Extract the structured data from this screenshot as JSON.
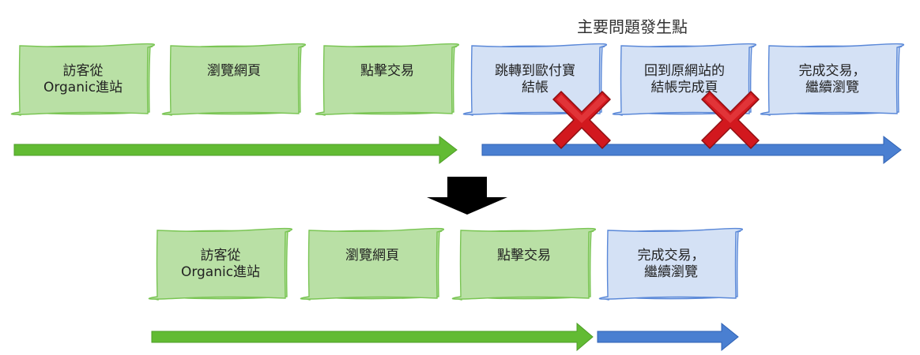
{
  "title": "主要問題發生點",
  "colors": {
    "green_fill": "#b9e0a5",
    "green_stroke": "#7ac554",
    "blue_fill": "#d4e1f5",
    "blue_stroke": "#5a88d8",
    "green_arrow": "#62bb33",
    "blue_arrow": "#4a7fd1",
    "cross": "#d2181e",
    "down_arrow": "#000000"
  },
  "top_flow": [
    {
      "lines": [
        "訪客從",
        "Organic進站"
      ],
      "color": "green"
    },
    {
      "lines": [
        "瀏覽網頁"
      ],
      "color": "green"
    },
    {
      "lines": [
        "點擊交易"
      ],
      "color": "green"
    },
    {
      "lines": [
        "跳轉到歐付寶",
        "結帳"
      ],
      "color": "blue",
      "problem": true
    },
    {
      "lines": [
        "回到原網站的",
        "結帳完成頁"
      ],
      "color": "blue",
      "problem": true
    },
    {
      "lines": [
        "完成交易，",
        "繼續瀏覽"
      ],
      "color": "blue"
    }
  ],
  "bottom_flow": [
    {
      "lines": [
        "訪客從",
        "Organic進站"
      ],
      "color": "green"
    },
    {
      "lines": [
        "瀏覽網頁"
      ],
      "color": "green"
    },
    {
      "lines": [
        "點擊交易"
      ],
      "color": "green"
    },
    {
      "lines": [
        "完成交易，",
        "繼續瀏覽"
      ],
      "color": "blue"
    }
  ],
  "icons": {
    "problem_marker": "cross-icon",
    "transition": "down-arrow-icon"
  }
}
